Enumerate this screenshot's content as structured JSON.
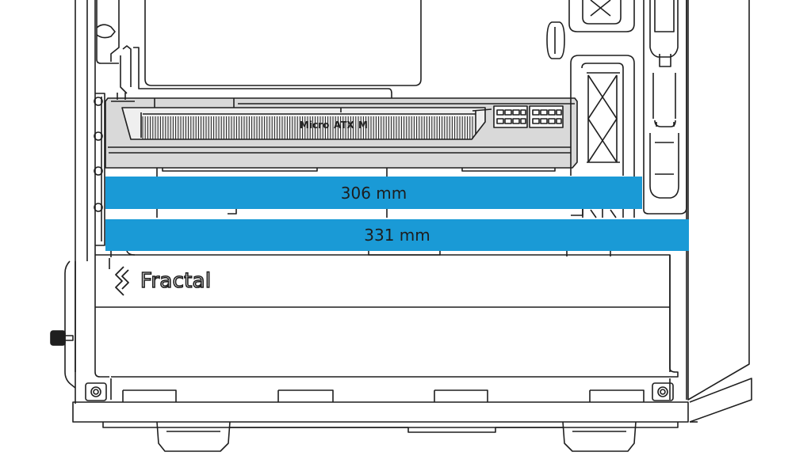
{
  "measurements": {
    "short": "306 mm",
    "long": "331 mm"
  },
  "brand": {
    "name": "Fractal"
  },
  "card_label": {
    "left": "Micro",
    "mid": "ATX",
    "right": "M"
  },
  "colors": {
    "dimension_bar": "#1a9ad6",
    "line": "#1f1f1f",
    "card_fill": "#d9d9d9",
    "background": "#ffffff"
  }
}
